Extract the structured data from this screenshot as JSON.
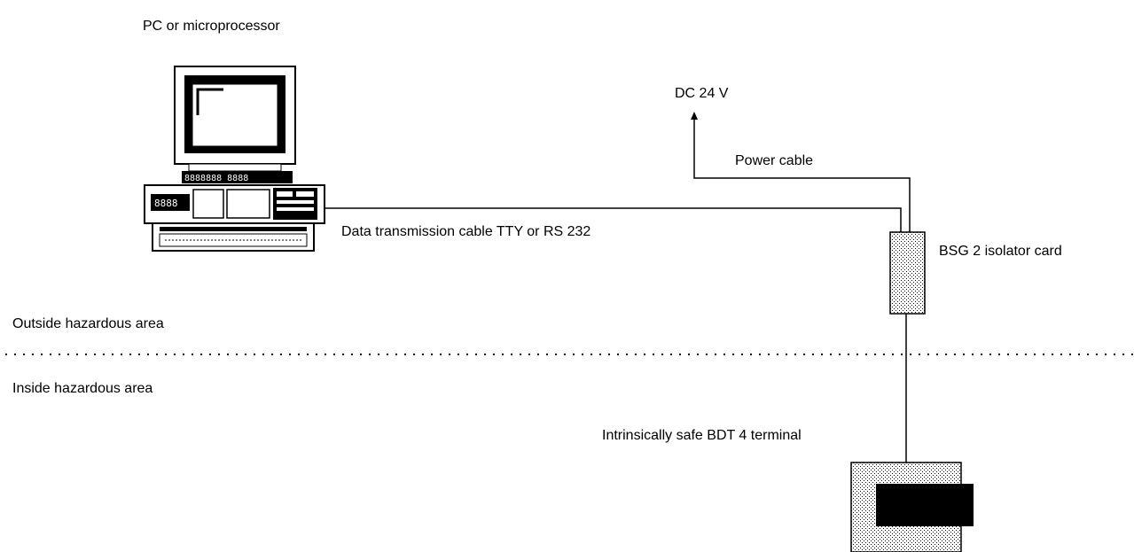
{
  "labels": {
    "pc": "PC or microprocessor",
    "dc": "DC 24 V",
    "power_cable": "Power cable",
    "data_cable": "Data transmission cable TTY or RS 232",
    "isolator": "BSG 2 isolator card",
    "outside": "Outside hazardous area",
    "inside": "Inside hazardous area",
    "terminal": "Intrinsically safe BDT 4 terminal"
  },
  "pc_display": {
    "keyboard_row": "8888888 8888",
    "drive_label": "8888"
  }
}
